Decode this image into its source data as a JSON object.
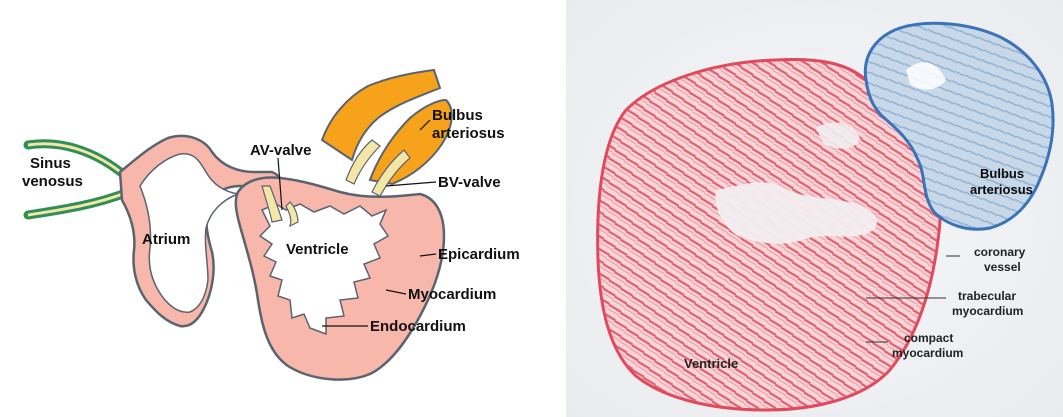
{
  "left_diagram": {
    "labels": {
      "sinus_venosus_line1": "Sinus",
      "sinus_venosus_line2": "venosus",
      "atrium": "Atrium",
      "av_valve": "AV-valve",
      "ventricle": "Ventricle",
      "bulbus_line1": "Bulbus",
      "bulbus_line2": "arteriosus",
      "bv_valve": "BV-valve",
      "epicardium": "Epicardium",
      "myocardium": "Myocardium",
      "endocardium": "Endocardium"
    },
    "colors": {
      "myocardium": "#f7b7ab",
      "outline": "#5a6470",
      "bulbus": "#f6a21a",
      "valve": "#f3e6a6",
      "sinus": "#2f8f57"
    }
  },
  "right_micrograph": {
    "labels": {
      "bulbus_line1": "Bulbus",
      "bulbus_line2": "arteriosus",
      "coronary_line1": "coronary",
      "coronary_line2": "vessel",
      "trabecular_line1": "trabecular",
      "trabecular_line2": "myocardium",
      "compact_line1": "compact",
      "compact_line2": "myocardium",
      "ventricle": "Ventricle"
    },
    "colors": {
      "tissue_red": "#e04a5c",
      "tissue_pale": "#f7d6da",
      "bulbus_blue": "#8fb2d4",
      "background": "#f2f2f4"
    }
  }
}
